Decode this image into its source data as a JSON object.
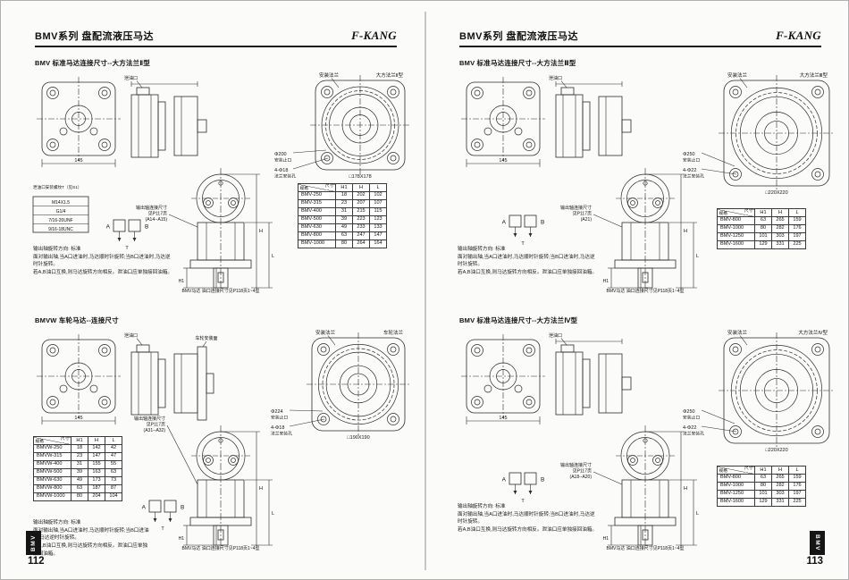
{
  "pages": [
    {
      "header": {
        "title": "BMV系列 盘配流液压马达",
        "brand": "F-KANG"
      },
      "page_number": "112",
      "side_tab": "BMV",
      "sections": [
        {
          "title": "BMV 标准马达连接尺寸--大方法兰Ⅱ型",
          "labels": {
            "width_dim": "145",
            "drain": "泄油口",
            "flange": "安装法兰",
            "flange_type": "大方法兰Ⅱ型",
            "pilot": "Φ200",
            "pilot_sub": "安装止口",
            "bolts": "4-Φ18",
            "bolts_sub": "法兰安装孔",
            "square": "□178X178",
            "shaft_note1": "输出轴连接尺寸",
            "shaft_note2": "见P117页",
            "shaft_ref": "(A14--A15)",
            "port_a": "A",
            "port_b": "B",
            "port_t": "T",
            "dim_h": "H",
            "dim_l": "L",
            "dim_h1": "H1",
            "wheel": ""
          },
          "drain_table": {
            "title": "泄油口安装螺纹T（见S1）",
            "rows": [
              "M14X1.5",
              "G1/4",
              "7/16-20UNF",
              "9/16-18UNC"
            ]
          },
          "table": {
            "corner": {
              "top": "尺寸",
              "bottom": "规格"
            },
            "cols": [
              "H1",
              "H",
              "L"
            ],
            "rows": [
              [
                "BMV-250",
                "18",
                "202",
                "102"
              ],
              [
                "BMV-315",
                "23",
                "207",
                "107"
              ],
              [
                "BMV-400",
                "31",
                "215",
                "115"
              ],
              [
                "BMV-500",
                "39",
                "223",
                "123"
              ],
              [
                "BMV-630",
                "49",
                "233",
                "133"
              ],
              [
                "BMV-800",
                "63",
                "247",
                "147"
              ],
              [
                "BMV-1000",
                "80",
                "264",
                "164"
              ]
            ]
          },
          "notes": [
            "输出轴旋转方向: 标准",
            "面对输出轴,当A口进油时,马达顺时针旋转;当B口进油时,马达逆时针旋转。",
            "若A,B油口互换,则马达旋转方向相反。泄油口应单独接回油箱。"
          ],
          "port_note": "BMV马达 油口连接尺寸见P118页1~4型"
        },
        {
          "title": "BMVW 车轮马达--连接尺寸",
          "labels": {
            "width_dim": "145",
            "drain": "泄油口",
            "flange": "安装法兰",
            "flange_type": "车轮法兰",
            "pilot": "Φ224",
            "pilot_sub": "安装止口",
            "bolts": "4-Φ18",
            "bolts_sub": "法兰安装孔",
            "square": "□190X190",
            "shaft_note1": "输出轴连接尺寸",
            "shaft_note2": "见P117页",
            "shaft_ref": "(A31--A32)",
            "port_a": "A",
            "port_b": "B",
            "port_t": "T",
            "dim_h": "H",
            "dim_l": "L",
            "dim_h1": "H1",
            "wheel": "车轮安装面"
          },
          "table": {
            "corner": {
              "top": "尺寸",
              "bottom": "规格"
            },
            "cols": [
              "H1",
              "H",
              "L"
            ],
            "rows": [
              [
                "BMVW-250",
                "18",
                "142",
                "42"
              ],
              [
                "BMVW-315",
                "23",
                "147",
                "47"
              ],
              [
                "BMVW-400",
                "31",
                "155",
                "55"
              ],
              [
                "BMVW-500",
                "39",
                "163",
                "63"
              ],
              [
                "BMVW-630",
                "49",
                "173",
                "73"
              ],
              [
                "BMVW-800",
                "63",
                "187",
                "87"
              ],
              [
                "BMVW-1000",
                "80",
                "204",
                "104"
              ]
            ]
          },
          "notes": [
            "输出轴旋转方向: 标准",
            "面对输出轴,当A口进油时,马达顺时针旋转;当B口进油时,马达逆时针旋转。",
            "若A,B油口互换,则马达旋转方向相反。泄油口应单独接回油箱。"
          ],
          "port_note": "BMV马达 油口连接尺寸见P118页1~4型"
        }
      ]
    },
    {
      "header": {
        "title": "BMV系列 盘配流液压马达",
        "brand": "F-KANG"
      },
      "page_number": "113",
      "side_tab": "BMV",
      "sections": [
        {
          "title": "BMV 标准马达连接尺寸--大方法兰Ⅲ型",
          "labels": {
            "width_dim": "145",
            "drain": "泄油口",
            "flange": "安装法兰",
            "flange_type": "大方法兰Ⅲ型",
            "pilot": "Φ250",
            "pilot_sub": "安装止口",
            "bolts": "4-Φ22",
            "bolts_sub": "法兰安装孔",
            "square": "□220X220",
            "shaft_note1": "输出轴连接尺寸",
            "shaft_note2": "见P117页",
            "shaft_ref": "(A21)",
            "port_a": "A",
            "port_b": "B",
            "port_t": "T",
            "dim_h": "H",
            "dim_l": "L",
            "dim_h1": "H1",
            "wheel": ""
          },
          "table": {
            "corner": {
              "top": "尺寸",
              "bottom": "规格"
            },
            "cols": [
              "H1",
              "H",
              "L"
            ],
            "rows": [
              [
                "BMV-800",
                "63",
                "265",
                "159"
              ],
              [
                "BMV-1000",
                "80",
                "282",
                "176"
              ],
              [
                "BMV-1250",
                "101",
                "303",
                "197"
              ],
              [
                "BMV-1600",
                "129",
                "331",
                "225"
              ]
            ]
          },
          "notes": [
            "输出轴旋转方向: 标准",
            "面对输出轴,当A口进油时,马达顺时针旋转;当B口进油时,马达逆时针旋转。",
            "若A,B油口互换,则马达旋转方向相反。泄油口应单独接回油箱。"
          ],
          "port_note": "BMV马达 油口连接尺寸见P118页1~4型"
        },
        {
          "title": "BMV 标准马达连接尺寸--大方法兰Ⅳ型",
          "labels": {
            "width_dim": "145",
            "drain": "泄油口",
            "flange": "安装法兰",
            "flange_type": "大方法兰Ⅳ型",
            "pilot": "Φ250",
            "pilot_sub": "安装止口",
            "bolts": "4-Φ22",
            "bolts_sub": "法兰安装孔",
            "square": "□220X220",
            "shaft_note1": "输出轴连接尺寸",
            "shaft_note2": "见P117页",
            "shaft_ref": "(A18--A20)",
            "port_a": "A",
            "port_b": "B",
            "port_t": "T",
            "dim_h": "H",
            "dim_l": "L",
            "dim_h1": "H1",
            "wheel": ""
          },
          "table": {
            "corner": {
              "top": "尺寸",
              "bottom": "规格"
            },
            "cols": [
              "H1",
              "H",
              "L"
            ],
            "rows": [
              [
                "BMV-800",
                "63",
                "265",
                "159"
              ],
              [
                "BMV-1000",
                "80",
                "282",
                "176"
              ],
              [
                "BMV-1250",
                "101",
                "303",
                "197"
              ],
              [
                "BMV-1600",
                "129",
                "331",
                "225"
              ]
            ]
          },
          "notes": [
            "输出轴旋转方向: 标准",
            "面对输出轴,当A口进油时,马达顺时针旋转;当B口进油时,马达逆时针旋转。",
            "若A,B油口互换,则马达旋转方向相反。泄油口应单独接回油箱。"
          ],
          "port_note": "BMV马达 油口连接尺寸见P118页1~4型"
        }
      ]
    }
  ]
}
